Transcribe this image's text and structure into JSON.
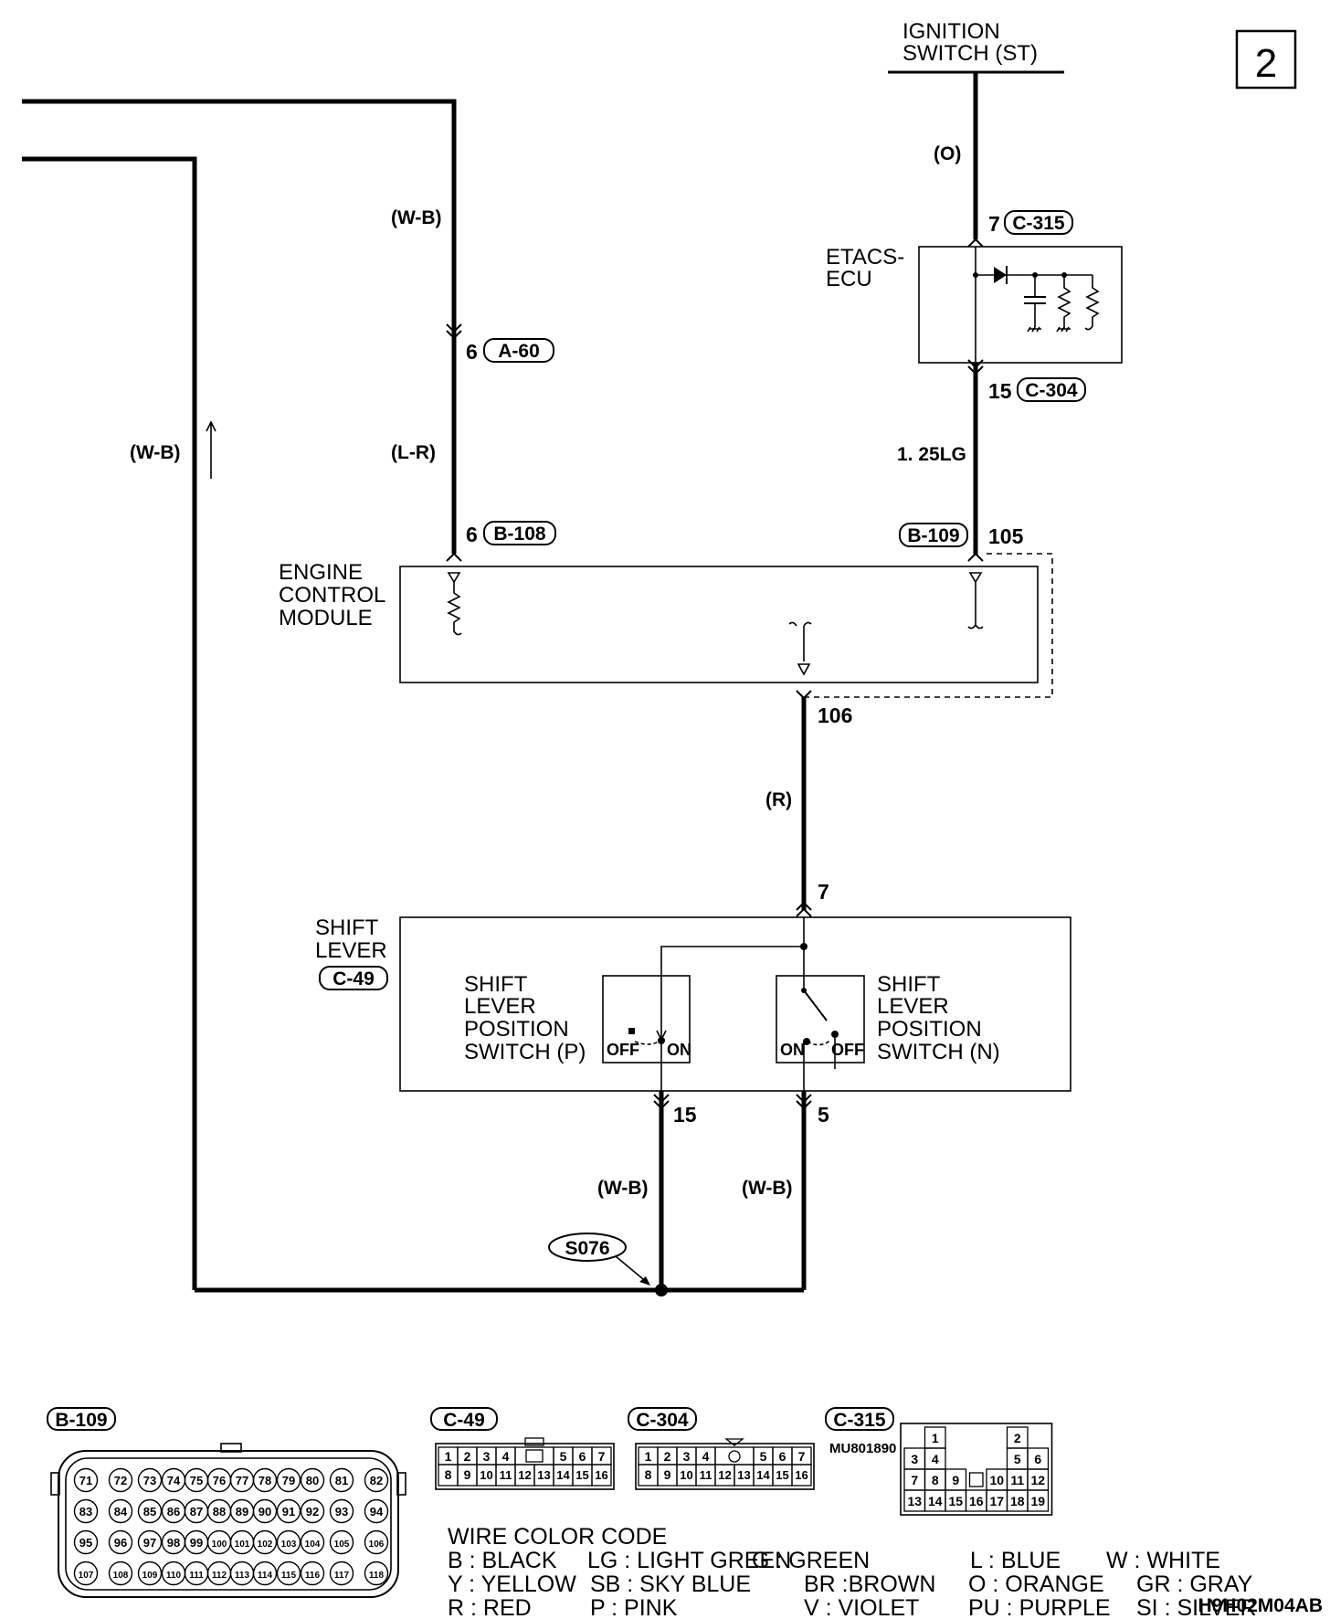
{
  "page_number": "2",
  "image_code": "H9H02M04AB",
  "ignition_switch": {
    "line1": "IGNITION",
    "line2": "SWITCH (ST)"
  },
  "etacs_ecu": {
    "line1": "ETACS-",
    "line2": "ECU"
  },
  "ecm": {
    "line1": "ENGINE",
    "line2": "CONTROL",
    "line3": "MODULE"
  },
  "shift_lever": {
    "line1": "SHIFT",
    "line2": "LEVER",
    "connector": "C-49"
  },
  "switch_p": {
    "line1": "SHIFT",
    "line2": "LEVER",
    "line3": "POSITION",
    "line4": "SWITCH (P)",
    "off": "OFF",
    "on": "ON"
  },
  "switch_n": {
    "line1": "SHIFT",
    "line2": "LEVER",
    "line3": "POSITION",
    "line4": "SWITCH (N)",
    "on": "ON",
    "off": "OFF"
  },
  "wires": {
    "ign": "(O)",
    "wb_top": "(W-B)",
    "lr": "(L-R)",
    "wb_left": "(W-B)",
    "lg": "1. 25LG",
    "r": "(R)",
    "wb_p": "(W-B)",
    "wb_n": "(W-B)"
  },
  "pins": {
    "c315_pin": "7",
    "c315": "C-315",
    "a60_pin": "6",
    "a60": "A-60",
    "c304_pin": "15",
    "c304": "C-304",
    "b108_pin": "6",
    "b108": "B-108",
    "b109": "B-109",
    "b109_pin": "105",
    "ecm_106": "106",
    "sl_7": "7",
    "sl_15": "15",
    "sl_5": "5"
  },
  "splice": "S076",
  "connectors": {
    "b109": {
      "label": "B-109",
      "rows": [
        [
          "71",
          "72",
          "73",
          "74",
          "75",
          "76",
          "77",
          "78",
          "79",
          "80",
          "81",
          "82"
        ],
        [
          "83",
          "84",
          "85",
          "86",
          "87",
          "88",
          "89",
          "90",
          "91",
          "92",
          "93",
          "94"
        ],
        [
          "95",
          "96",
          "97",
          "98",
          "99",
          "100",
          "101",
          "102",
          "103",
          "104",
          "105",
          "106"
        ],
        [
          "107",
          "108",
          "109",
          "110",
          "111",
          "112",
          "113",
          "114",
          "115",
          "116",
          "117",
          "118"
        ]
      ]
    },
    "c49": {
      "label": "C-49",
      "top": [
        "1",
        "2",
        "3",
        "4",
        "",
        "5",
        "6",
        "7"
      ],
      "bottom": [
        "8",
        "9",
        "10",
        "11",
        "12",
        "13",
        "14",
        "15",
        "16"
      ]
    },
    "c304": {
      "label": "C-304",
      "top": [
        "1",
        "2",
        "3",
        "4",
        "",
        "5",
        "6",
        "7"
      ],
      "bottom": [
        "8",
        "9",
        "10",
        "11",
        "12",
        "13",
        "14",
        "15",
        "16"
      ]
    },
    "c315": {
      "label": "C-315",
      "part": "MU801890",
      "rows": [
        [
          "",
          "1",
          "",
          "",
          "",
          "2",
          ""
        ],
        [
          "3",
          "4",
          "",
          "",
          "",
          "5",
          "6"
        ],
        [
          "7",
          "8",
          "9",
          "",
          "10",
          "11",
          "12"
        ],
        [
          "13",
          "14",
          "15",
          "16",
          "17",
          "18",
          "19"
        ]
      ]
    }
  },
  "wire_color_code": {
    "title": "WIRE COLOR CODE",
    "rows": [
      [
        "B : BLACK",
        "LG : LIGHT GREEN",
        "G : GREEN",
        "L : BLUE",
        "W : WHITE"
      ],
      [
        "Y : YELLOW",
        "SB : SKY BLUE",
        "BR :BROWN",
        "O : ORANGE",
        "GR : GRAY"
      ],
      [
        "R : RED",
        "P : PINK",
        "V : VIOLET",
        "PU : PURPLE",
        "SI : SILVER"
      ]
    ]
  }
}
